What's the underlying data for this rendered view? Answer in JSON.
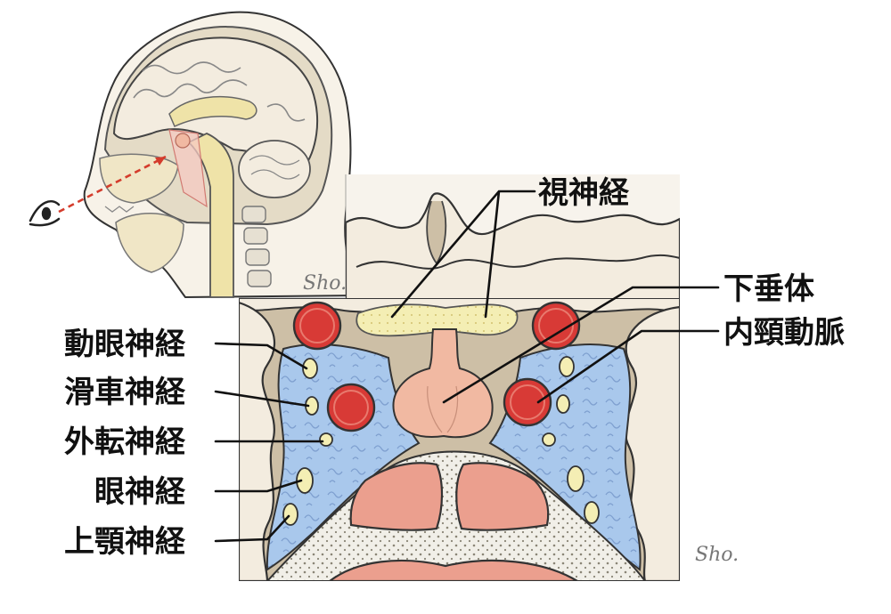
{
  "labels": {
    "optic_nerve": "視神経",
    "pituitary": "下垂体",
    "internal_carotid": "内頸動脈",
    "oculomotor": "動眼神経",
    "trochlear": "滑車神経",
    "abducens": "外転神経",
    "ophthalmic": "眼神経",
    "maxillary": "上顎神経"
  },
  "signature": "Sho.",
  "colors": {
    "cyst_blue": "#a9c8ec",
    "artery_red": "#d83a36",
    "nerve_yellow": "#f4eeb4",
    "pituitary_pink": "#f1b9a2",
    "bone_tan": "#cdbfa6",
    "brain_beige": "#f3ecdf",
    "sinus_salmon": "#eb9f8e"
  },
  "icons": {
    "viewer": "eye-icon"
  }
}
